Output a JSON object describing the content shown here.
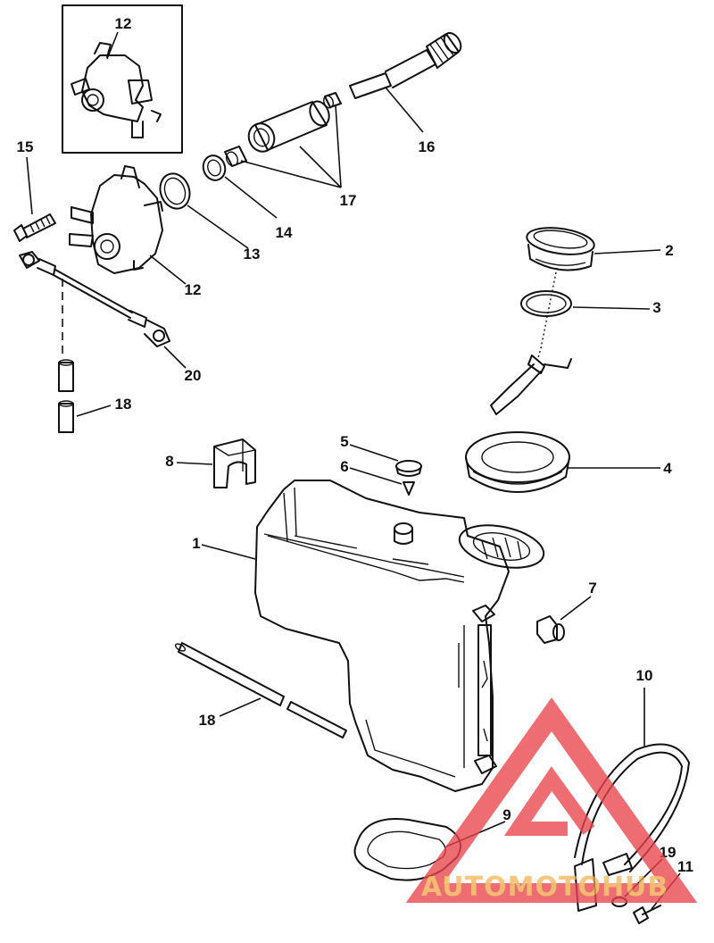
{
  "callouts": {
    "c1": "1",
    "c2": "2",
    "c3": "3",
    "c4": "4",
    "c5": "5",
    "c6": "6",
    "c7": "7",
    "c8": "8",
    "c9": "9",
    "c10": "10",
    "c11": "11",
    "c12_inset": "12",
    "c12": "12",
    "c13": "13",
    "c14": "14",
    "c15": "15",
    "c16": "16",
    "c17": "17",
    "c18_upper": "18",
    "c18_lower": "18",
    "c19": "19",
    "c20": "20"
  },
  "watermark": {
    "text": "AUTOMOTOHUB",
    "colors": {
      "triangle": "#e8454d",
      "text": "#f2b24a"
    }
  }
}
